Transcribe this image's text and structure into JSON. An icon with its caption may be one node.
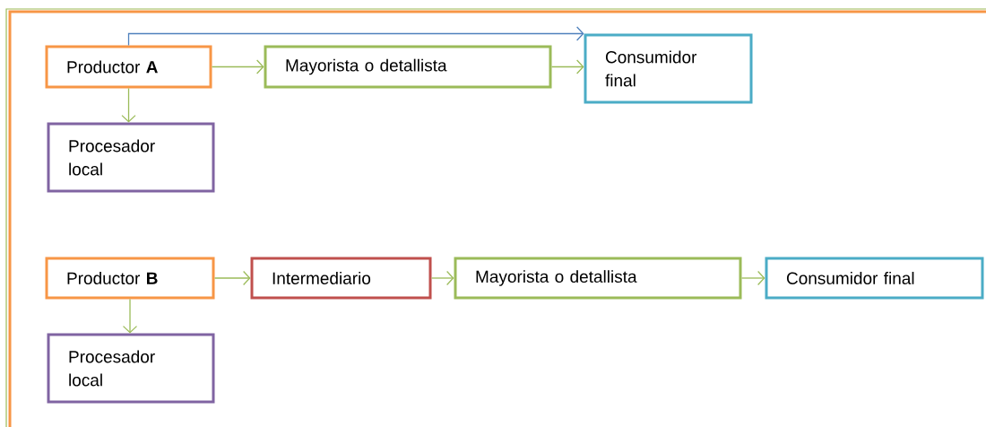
{
  "diagram": {
    "nodes": [
      {
        "text": [
          "Productor **A**"
        ]
      },
      {
        "text": [
          "Mayorista o detallista"
        ]
      },
      {
        "text": [
          "Consumidor final"
        ]
      },
      {
        "text": [
          "Procesador local"
        ]
      },
      {
        "text": [
          "Productor **B**"
        ]
      },
      {
        "text": [
          "Intermediario"
        ]
      },
      {
        "text": [
          "Mayorista o detallista"
        ]
      },
      {
        "text": [
          "Consumidor final"
        ]
      },
      {
        "text": [
          "Procesador local"
        ]
      }
    ],
    "edges": [
      {
        "from": 0,
        "to": 2,
        "arrow": "to",
        "color": "#4f81bd"
      },
      {
        "from": 0,
        "to": 1,
        "arrow": "to"
      },
      {
        "from": 1,
        "to": 2,
        "arrow": "to"
      },
      {
        "from": 0,
        "to": 3,
        "arrow": "to"
      },
      {
        "from": 4,
        "to": 5,
        "arrow": "to"
      },
      {
        "from": 5,
        "to": 6,
        "arrow": "to"
      },
      {
        "from": 6,
        "to": 7,
        "arrow": "to"
      },
      {
        "from": 4,
        "to": 8,
        "arrow": "to"
      }
    ]
  }
}
